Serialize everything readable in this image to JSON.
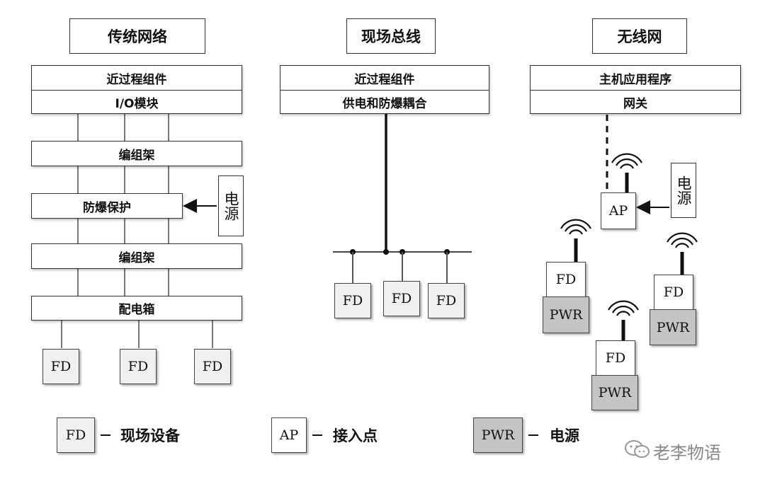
{
  "columns": {
    "traditional": {
      "title": "传统网络",
      "bars": [
        "近过程组件",
        "I/O模块",
        "编组架",
        "防爆保护",
        "编组架",
        "配电箱"
      ],
      "power_label": "电源",
      "devices": [
        "FD",
        "FD",
        "FD"
      ]
    },
    "fieldbus": {
      "title": "现场总线",
      "bars": [
        "近过程组件",
        "供电和防爆耦合"
      ],
      "devices": [
        "FD",
        "FD",
        "FD"
      ]
    },
    "wireless": {
      "title": "无线网",
      "bars": [
        "主机应用程序",
        "网关"
      ],
      "ap_label": "AP",
      "power_label": "电源",
      "nodes": [
        {
          "fd": "FD",
          "pwr": "PWR"
        },
        {
          "fd": "FD",
          "pwr": "PWR"
        },
        {
          "fd": "FD",
          "pwr": "PWR"
        }
      ]
    }
  },
  "legend": [
    {
      "code": "FD",
      "text": "现场设备"
    },
    {
      "code": "AP",
      "text": "接入点"
    },
    {
      "code": "PWR",
      "text": "电源"
    }
  ],
  "watermark": "老李物语"
}
